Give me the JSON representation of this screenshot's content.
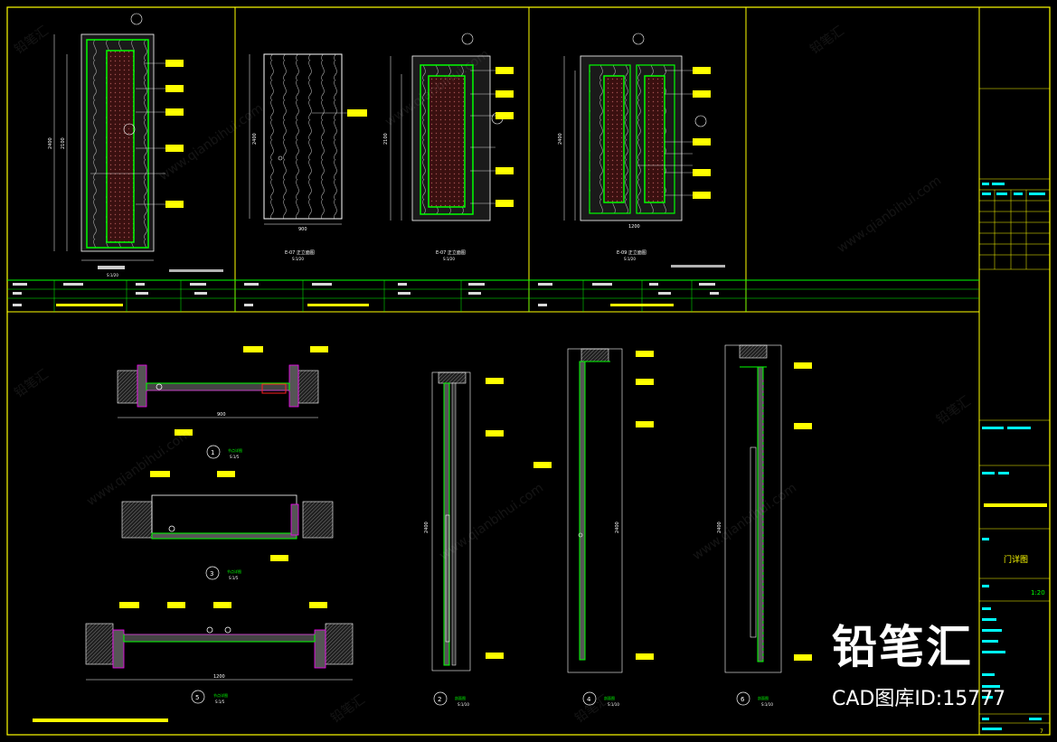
{
  "watermark": {
    "brand": "铅笔汇",
    "caption": "CAD图库ID:15777",
    "tiles": [
      "铅笔汇",
      "www.qianbihui.com"
    ]
  },
  "elevations": [
    {
      "scale": "S:1/20"
    },
    {
      "title": "E-07 正立面图",
      "scale": "S:1/20"
    },
    {
      "title": "E-07 正立面图",
      "scale": "S:1/20"
    },
    {
      "title": "E-09 正立面图",
      "scale": "S:1/20"
    }
  ],
  "dimensions": {
    "elev1_overall": "2400",
    "elev1_height": "2100",
    "elev2_height": "2400",
    "elev2_width": "900",
    "elev3_height": "2100",
    "elev4_width": "1200",
    "elev4_height": "2400",
    "plan1_width": "900",
    "plan3_width": "1200",
    "section2_height": "2400",
    "section4_height": "2400",
    "section6_height": "2400"
  },
  "details": [
    {
      "number": "1",
      "title": "节点详图",
      "scale": "S:1/5"
    },
    {
      "number": "3",
      "title": "节点详图",
      "scale": "S:1/5"
    },
    {
      "number": "5",
      "title": "节点详图",
      "scale": "S:1/5"
    },
    {
      "number": "2",
      "title": "剖面图",
      "scale": "S:1/10"
    },
    {
      "number": "4",
      "title": "剖面图",
      "scale": "S:1/10"
    },
    {
      "number": "6",
      "title": "剖面图",
      "scale": "S:1/10"
    }
  ],
  "title_block": {
    "sheet_title": "门详图",
    "scale_value": "1:20",
    "sheet_number": "7"
  },
  "colors": {
    "frame": "#ffff00",
    "green": "#00ff00",
    "cyan": "#00ffff",
    "magenta": "#ff00ff",
    "red": "#ff2020",
    "door_fill": "#3a1010",
    "white": "#ffffff"
  }
}
